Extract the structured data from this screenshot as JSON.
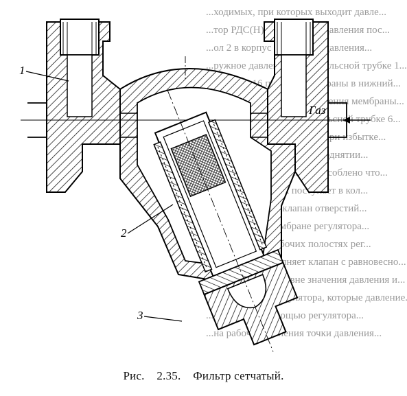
{
  "figure": {
    "callouts": [
      "1",
      "2",
      "3"
    ],
    "flow_label": "Газ",
    "background_text_lines": [
      "...ходимых, при которых выходит давле...",
      "...тор РДС(Н) газ входного давления пос...",
      "...ол 2 в корпус регулятора давления...",
      "...ружное давление, по импульсной трубке 1...",
      "...рос 15 и 16 полости мембраны в нижний...",
      "...с пружиной рабочего давления мембраны...",
      "...сброс в нагнетания импульсной трубке 6...",
      "...ского клапана давления. При избытке...",
      "...давления при заданных поднятии...",
      "...дственного поступает обособлено что...",
      "...регулятора поток поступает в кол...",
      "...регулирующий клапан отверстий...",
      "...давление на мембране регулятора...",
      "...изменение в рабочих полостях рег...",
      "...клапана и выполняет клапан с равновесно...",
      "...необходимом уровне значения давления и...",
      "...продолжение регулятора, которые давление...",
      "...давления с помощью регулятора...",
      "...на рабочие давления точки давления..."
    ]
  },
  "caption": {
    "prefix": "Рис.",
    "number": "2.35.",
    "title": "Фильтр сетчатый."
  }
}
